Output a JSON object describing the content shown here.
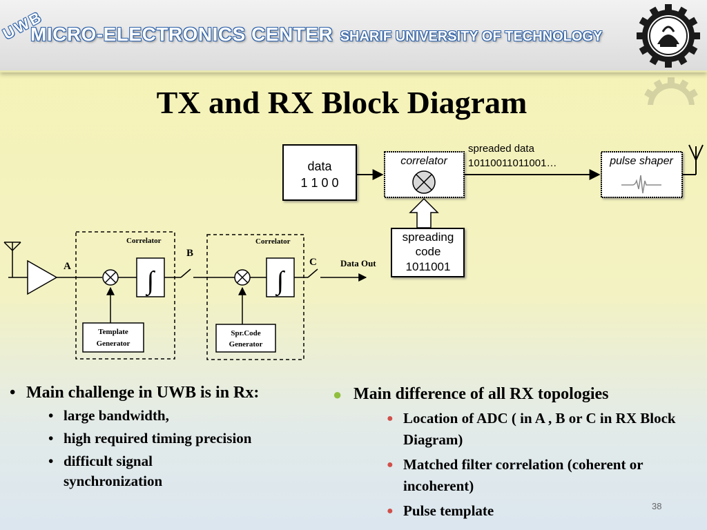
{
  "header": {
    "uwb": "UWB",
    "center_big": "MICRO-ELECTRONICS CENTER",
    "center_small": "SHARIF UNIVERSITY OF TECHNOLOGY"
  },
  "slide": {
    "title": "TX and RX Block Diagram",
    "page_number": "38"
  },
  "tx": {
    "data_label": "data",
    "data_bits": "1 1 0 0",
    "correlator": "correlator",
    "spreaded_label": "spreaded data",
    "spreaded_bits": "10110011011001…",
    "pulse_shaper": "pulse shaper",
    "spreading_line1": "spreading",
    "spreading_line2": "code",
    "spreading_bits": "1011001"
  },
  "rx": {
    "correlator1": "Correlator",
    "correlator2": "Correlator",
    "point_a": "A",
    "point_b": "B",
    "point_c": "C",
    "data_out": "Data Out",
    "template_line1": "Template",
    "template_line2": "Generator",
    "sprcode_line1": "Spr.Code",
    "sprcode_line2": "Generator"
  },
  "left_bullets": {
    "main": "Main challenge in UWB is in Rx:",
    "sub": [
      "large bandwidth,",
      "high required timing precision",
      "difficult signal synchronization"
    ]
  },
  "right_bullets": {
    "main": "Main difference of all RX topologies",
    "sub": [
      "Location of ADC ( in A , B or C in RX Block Diagram)",
      "Matched filter correlation (coherent or incoherent)",
      "Pulse template"
    ]
  },
  "colors": {
    "banner_text_outline": "#2a5fa8",
    "bullet_green": "#8fbf3c",
    "bullet_red": "#d0504a"
  }
}
